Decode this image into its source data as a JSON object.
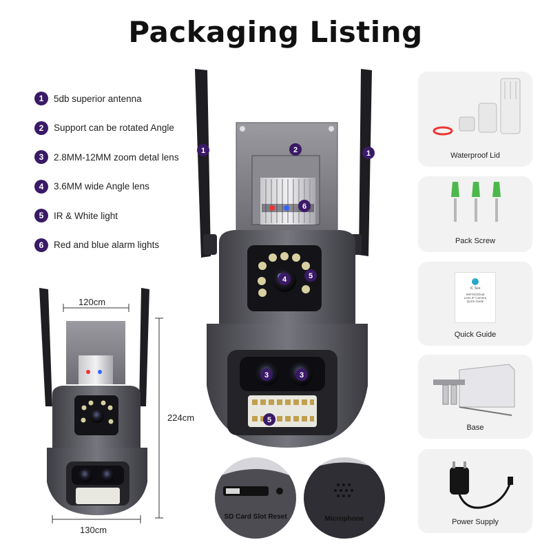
{
  "title": "Packaging Listing",
  "features": [
    {
      "num": "1",
      "label": "5db superior antenna"
    },
    {
      "num": "2",
      "label": "Support can be rotated Angle"
    },
    {
      "num": "3",
      "label": "2.8MM-12MM zoom detal lens"
    },
    {
      "num": "4",
      "label": "3.6MM wide Angle lens"
    },
    {
      "num": "5",
      "label": "IR & White light"
    },
    {
      "num": "6",
      "label": "Red and blue alarm lights"
    }
  ],
  "dimensions": {
    "width_top": "120cm",
    "height": "224cm",
    "width_bottom": "130cm"
  },
  "callouts": {
    "antenna": "1",
    "bracket": "2",
    "zoom_lens": "3",
    "wide_lens": "4",
    "light": "5",
    "alarm": "6"
  },
  "accessories": [
    {
      "label": "Waterproof Lid",
      "icon": "waterproof-lid-icon"
    },
    {
      "label": "Pack Screw",
      "icon": "screw-icon"
    },
    {
      "label": "Quick Guide",
      "icon": "guide-icon"
    },
    {
      "label": "Base",
      "icon": "base-bracket-icon"
    },
    {
      "label": "Power Supply",
      "icon": "power-adapter-icon"
    }
  ],
  "guide_text": {
    "brand": "iC See",
    "line1": "WiFi/4G/Dual",
    "line2": "Lens IP Camera",
    "line3": "Quick Guide"
  },
  "details": [
    {
      "label": "SD Card Slot Reset"
    },
    {
      "label": "Microphone"
    }
  ],
  "colors": {
    "badge": "#3a1a66",
    "camera_body": "#5c5c63",
    "card_bg": "#f2f2f2"
  }
}
